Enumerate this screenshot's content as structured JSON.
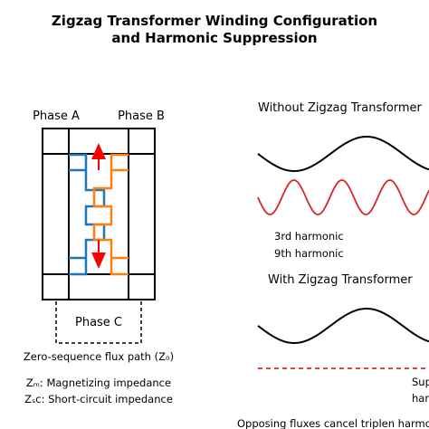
{
  "title": {
    "line1": "Zigzag Transformer Winding Configuration",
    "line2": "and Harmonic Suppression"
  },
  "diagram": {
    "phase_a": "Phase A",
    "phase_b": "Phase B",
    "phase_c": "Phase C",
    "flux_path": "Zero-sequence flux path (Z₀)",
    "zm_label": "Zₘ: Magnetizing impedance",
    "zsc_label": "Zₛc: Short-circuit impedance"
  },
  "waves": {
    "without_title": "Without Zigzag Transformer",
    "harmonic_3": "3rd harmonic",
    "harmonic_9": "9th harmonic",
    "with_title": "With Zigzag Transformer",
    "suppressed_line1": "Sup",
    "suppressed_line2": "har"
  },
  "footer": "Opposing fluxes cancel triplen harmo",
  "colors": {
    "phase_winding_1": "#1f77b4",
    "phase_winding_2": "#ff7f0e",
    "flux_arrow": "#ff0000",
    "harmonic_wave": "#d62728",
    "fundamental_wave": "#000000"
  }
}
